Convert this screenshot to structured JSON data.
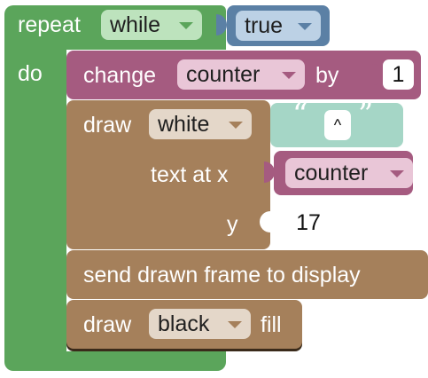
{
  "repeat_block": {
    "label_repeat": "repeat",
    "mode": "while",
    "label_do": "do",
    "condition": "true",
    "color": "#5ba55b"
  },
  "change_block": {
    "label_change": "change",
    "variable": "counter",
    "label_by": "by",
    "amount": "1",
    "color": "#a55b80"
  },
  "draw_text_block": {
    "label_draw": "draw",
    "color_choice": "white",
    "quote_open": "“",
    "text": "^",
    "quote_close": "”",
    "label_text_at_x": "text at x",
    "x_variable": "counter",
    "label_y": "y",
    "y_value": "17",
    "color": "#a5805b"
  },
  "send_block": {
    "label": "send drawn frame to display",
    "color": "#a5805b"
  },
  "draw_fill_block": {
    "label_draw": "draw",
    "color_choice": "black",
    "label_fill": "fill",
    "color": "#a5805b"
  }
}
